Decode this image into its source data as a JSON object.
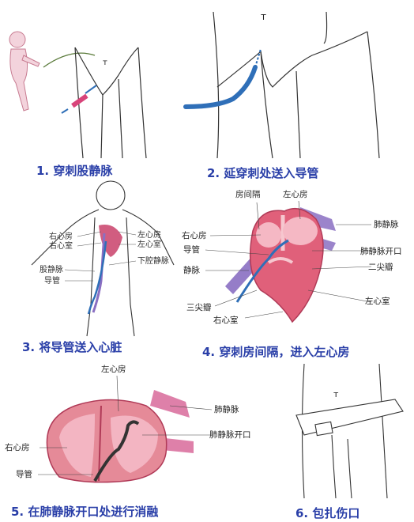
{
  "steps": [
    {
      "caption": "1. 穿刺股静脉"
    },
    {
      "caption": "2. 延穿刺处送入导管"
    },
    {
      "caption": "3. 将导管送入心脏",
      "labels": {
        "ra": "右心房",
        "rv": "右心室",
        "la": "左心房",
        "lv": "左心室",
        "ivc": "下腔静脉",
        "fv": "股静脉",
        "cath": "导管"
      }
    },
    {
      "caption": "4. 穿刺房间隔，进入左心房",
      "labels": {
        "septum": "房间隔",
        "la": "左心房",
        "pv": "肺静脉",
        "ra": "右心房",
        "pvo": "肺静脉开口",
        "cath": "导管",
        "mitral": "二尖瓣",
        "vein": "静脉",
        "lv": "左心室",
        "tricuspid": "三尖瓣",
        "rv": "右心室"
      }
    },
    {
      "caption": "5. 在肺静脉开口处进行消融",
      "labels": {
        "la": "左心房",
        "pv": "肺静脉",
        "pvo": "肺静脉开口",
        "ra": "右心房",
        "cath": "导管"
      }
    },
    {
      "caption": "6. 包扎伤口"
    }
  ],
  "colors": {
    "caption": "#2a3fa8",
    "catheter": "#2f6fb8",
    "heart": "#e0607a",
    "vein": "#8a6fc2",
    "skin": "#f3d3dc"
  }
}
